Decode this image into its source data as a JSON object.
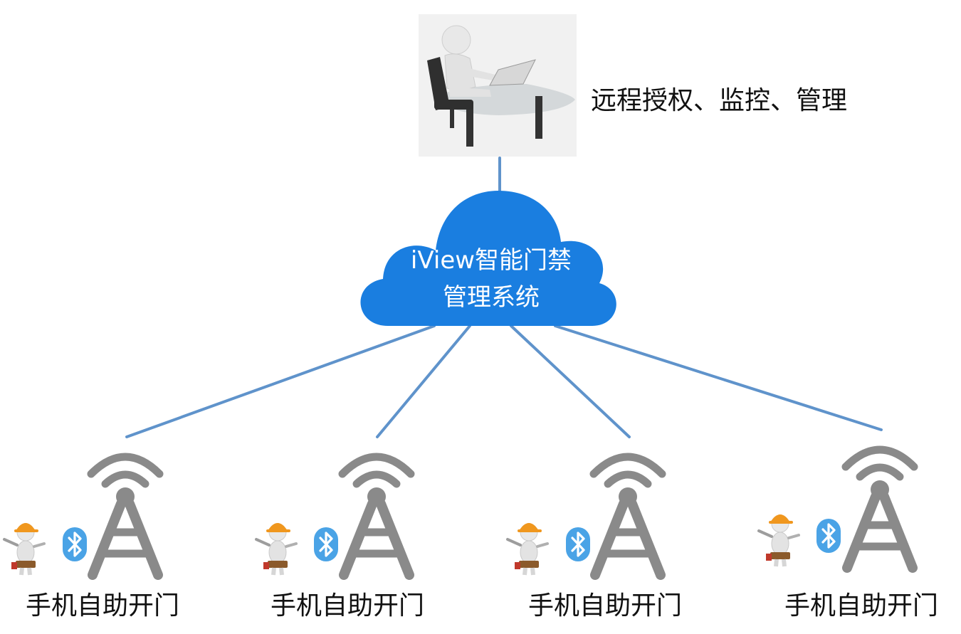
{
  "admin": {
    "caption": "远程授权、监控、管理"
  },
  "cloud": {
    "line1": "iView智能门禁",
    "line2": "管理系统"
  },
  "nodes": [
    {
      "label": "手机自助开门"
    },
    {
      "label": "手机自助开门"
    },
    {
      "label": "手机自助开门"
    },
    {
      "label": "手机自助开门"
    }
  ],
  "colors": {
    "cloud": "#1a7ee0",
    "connector": "#5f93cb",
    "tower": "#8a8a8a",
    "bluetooth": "#4aa3e6",
    "helmet": "#f0971e"
  },
  "icons": {
    "admin": "person-at-desk-with-laptop",
    "tower": "signal-tower-icon",
    "bluetooth": "bluetooth-icon",
    "worker": "worker-with-helmet-icon"
  }
}
